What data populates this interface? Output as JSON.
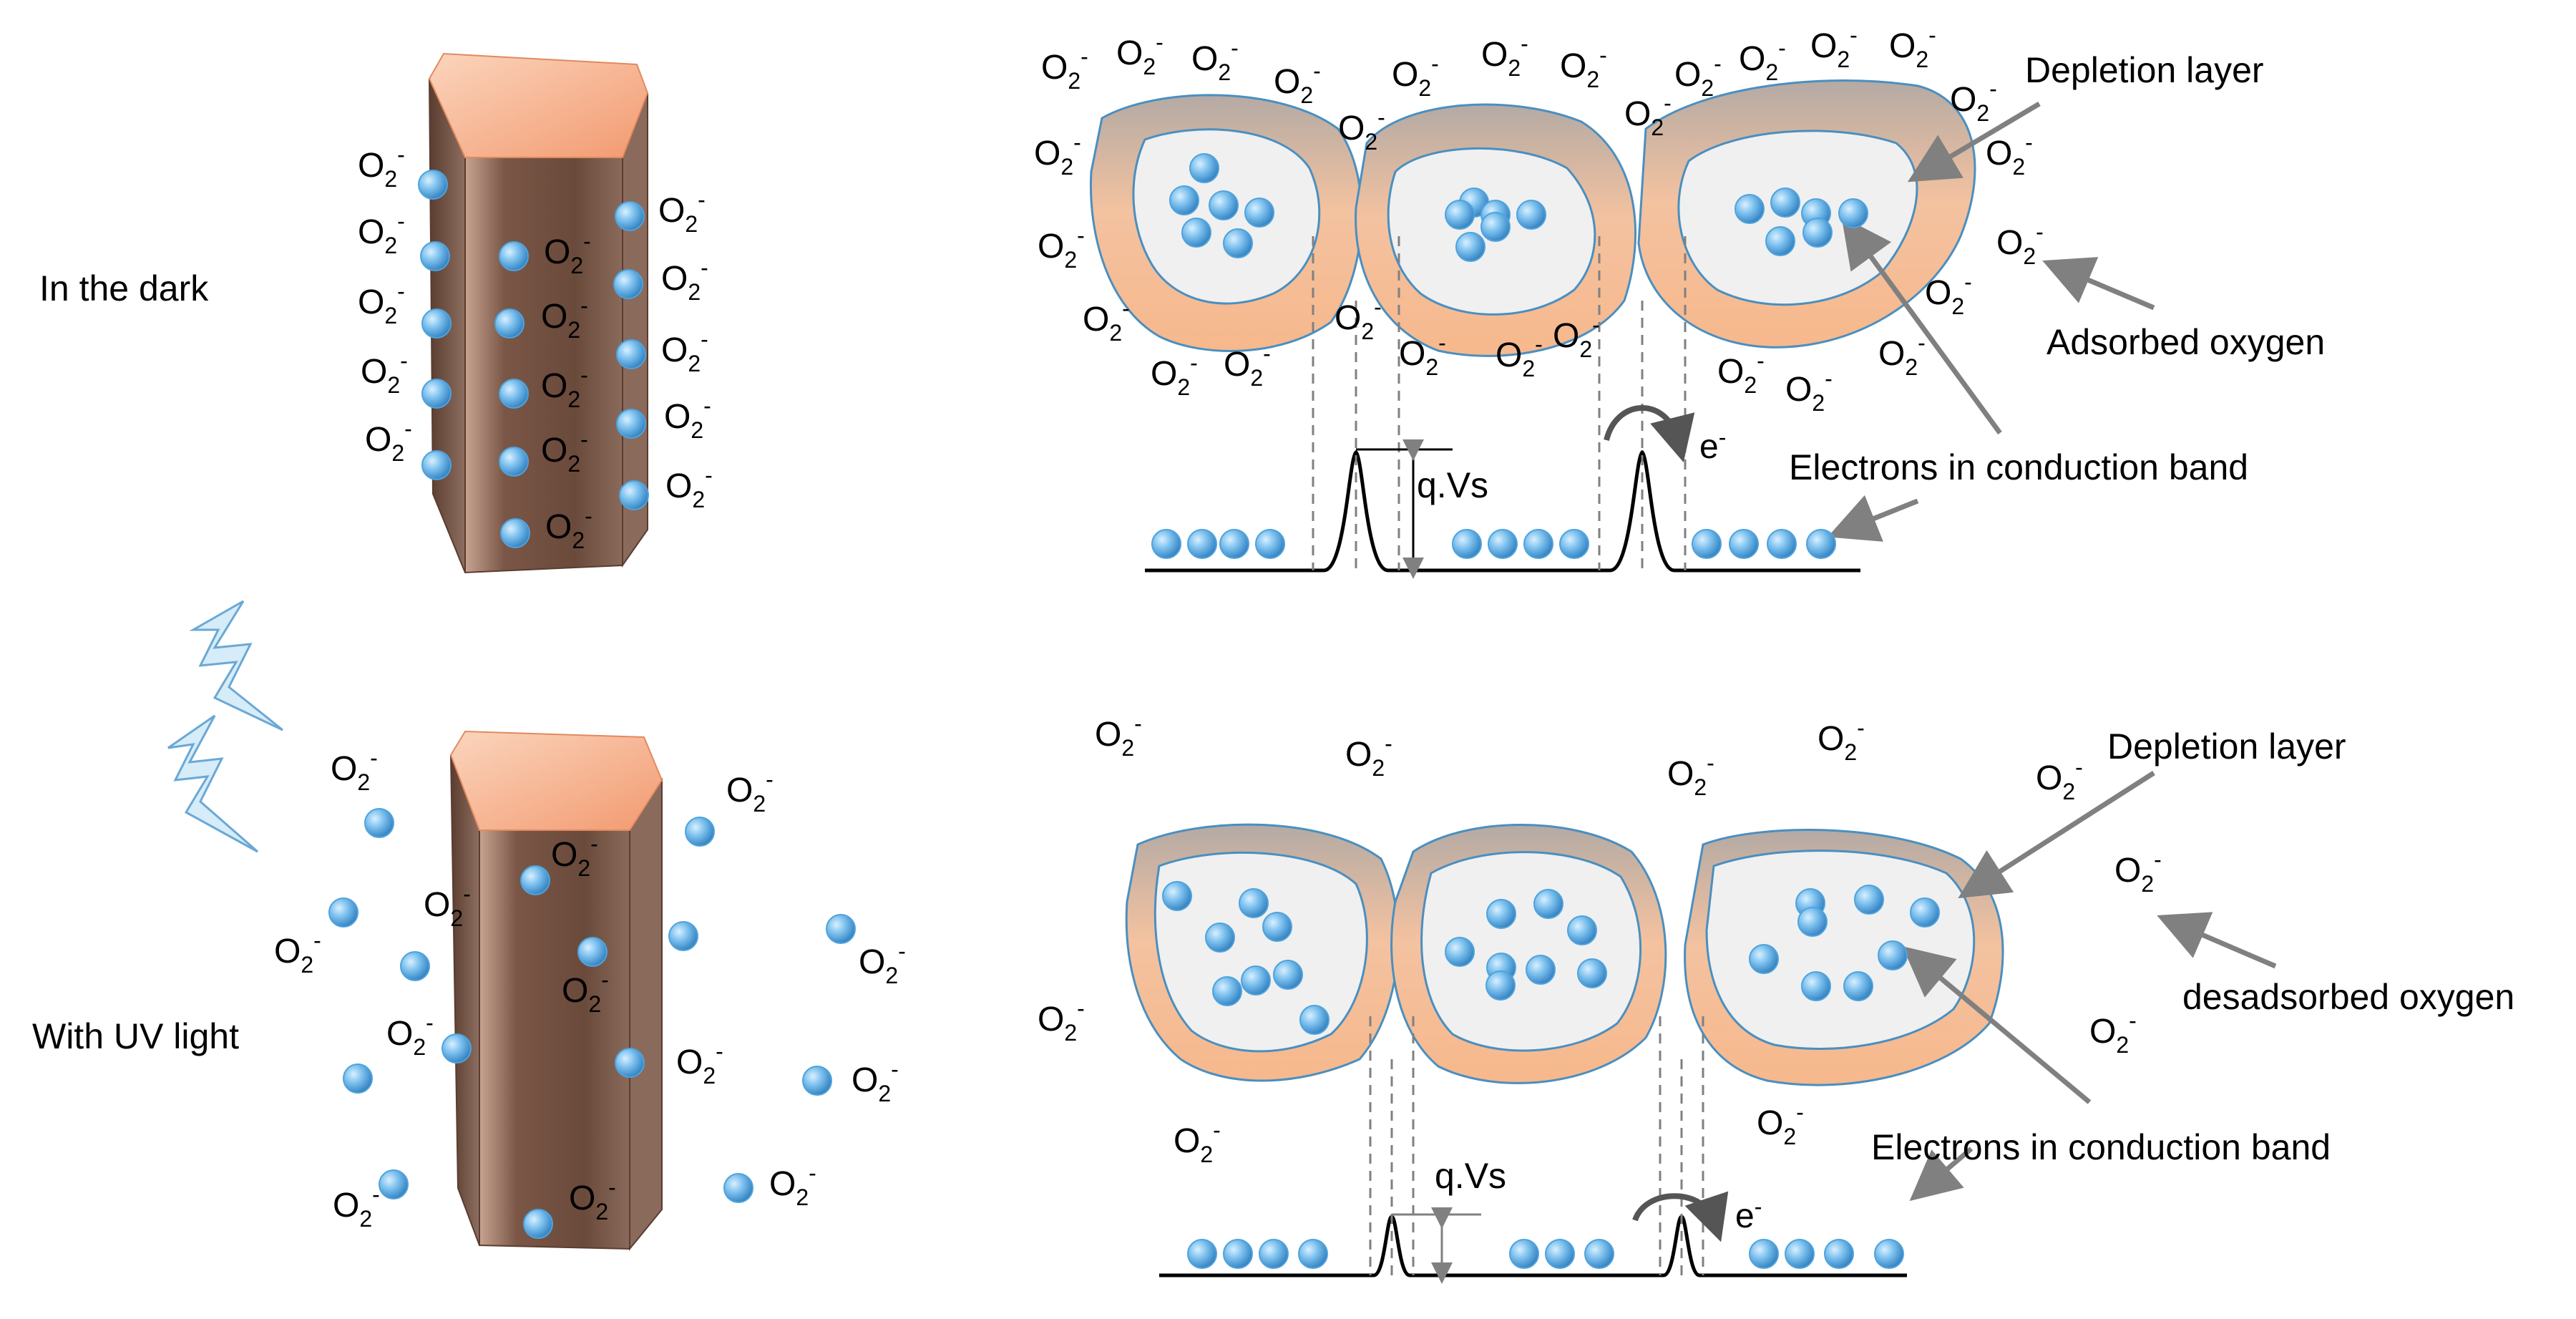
{
  "species": {
    "o": "O",
    "sub": "2",
    "sup": "-"
  },
  "electron": {
    "e": "e",
    "sup": "-"
  },
  "labels": {
    "in_dark": "In the dark",
    "uv_light": "With UV light",
    "depletion_top": "Depletion layer",
    "adsorbed": "Adsorbed oxygen",
    "electrons_top": "Electrons in conduction band",
    "barrier_top": "q.Vs",
    "depletion_bottom": "Depletion layer",
    "desadsorbed": "desadsorbed oxygen",
    "electrons_bottom": "Electrons in conduction band",
    "barrier_bottom": "q.Vs"
  },
  "colors": {
    "electron_dot": "#4fa3dc",
    "shell_inner": "#f6b98d",
    "shell_outer": "#a4a4a4",
    "core": "#f0f0f0",
    "rod_body": "#6b4a3a",
    "rod_top": "#f3a67f",
    "bolt": "#d6ecf8",
    "arrow": "#808080"
  }
}
